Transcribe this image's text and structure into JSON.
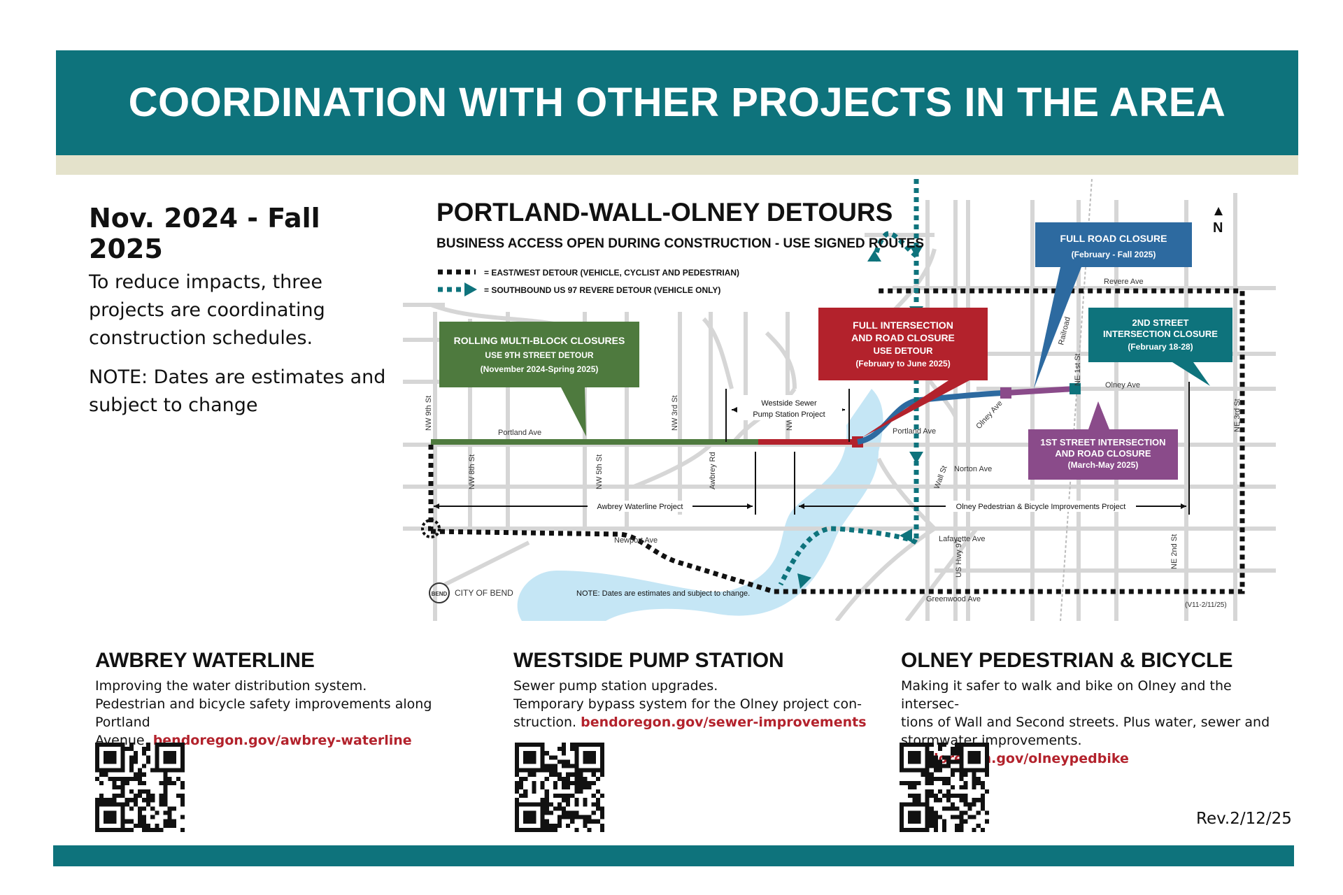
{
  "header": {
    "title": "COORDINATION WITH OTHER PROJECTS IN THE AREA"
  },
  "intro": {
    "dates": "Nov. 2024 - Fall 2025",
    "text": "To reduce impacts, three projects are coordinating construction schedules.",
    "note": "NOTE: Dates are estimates and subject to change"
  },
  "map": {
    "title": "PORTLAND-WALL-OLNEY DETOURS",
    "subtitle": "BUSINESS ACCESS OPEN DURING CONSTRUCTION - USE SIGNED ROUTES",
    "north": "N",
    "legend": {
      "eastwest": "= EAST/WEST DETOUR (VEHICLE, CYCLIST AND PEDESTRIAN)",
      "southbound": "= SOUTHBOUND US 97 REVERE DETOUR (VEHICLE ONLY)"
    },
    "colors": {
      "green": "#4e7a3e",
      "red": "#b3222c",
      "blue": "#2d6aa0",
      "teal": "#0e737c",
      "purple": "#8a4b8a",
      "water": "#c5e6f5"
    },
    "callouts": {
      "rolling": [
        "ROLLING MULTI-BLOCK CLOSURES",
        "USE 9TH STREET DETOUR",
        "(November 2024-Spring 2025)"
      ],
      "intersection": [
        "FULL INTERSECTION",
        "AND ROAD CLOSURE",
        "USE DETOUR",
        "(February to June 2025)"
      ],
      "fullroad": [
        "FULL ROAD CLOSURE",
        "(February - Fall 2025)"
      ],
      "second": [
        "2ND STREET",
        "INTERSECTION CLOSURE",
        "(February 18-28)"
      ],
      "first": [
        "1ST STREET INTERSECTION",
        "AND ROAD CLOSURE",
        "(March-May 2025)"
      ]
    },
    "streets": {
      "nw9": "NW 9th St",
      "nw8": "NW 8th St",
      "nw5": "NW 5th St",
      "nw3": "NW 3rd St",
      "awbreyrd": "Awbrey Rd",
      "nw1": "NW 1st St",
      "portland1": "Portland Ave",
      "portland2": "Portland Ave",
      "newport": "Newport Ave",
      "greenwood": "Greenwood Ave",
      "revere": "Revere Ave",
      "olneyave": "Olney Ave",
      "olneyave2": "Olney Ave",
      "norton": "Norton Ave",
      "wall": "Wall St",
      "lafayette": "Lafayette Ave",
      "us97": "US Hwy 97",
      "railroad": "Railroad",
      "ne1": "NE 1st St",
      "ne2": "NE 2nd St",
      "ne3": "NE 3rd St"
    },
    "spans": {
      "pump": [
        "Westside Sewer",
        "Pump Station Project"
      ],
      "awbrey": "Awbrey Waterline Project",
      "olney": "Olney Pedestrian & Bicycle Improvements Project"
    },
    "logo_text": "CITY OF BEND",
    "logo_mark": "BEND",
    "note": "NOTE: Dates are estimates and subject to change.",
    "version": "(V11-2/11/25)"
  },
  "projects": [
    {
      "title": "AWBREY WATERLINE",
      "line1": "Improving the water distribution system.",
      "line2": "Pedestrian and bicycle safety improvements along Portland",
      "line3": "Avenue.",
      "link": "bendoregon.gov/awbrey-waterline"
    },
    {
      "title": "WESTSIDE PUMP STATION",
      "line1": "Sewer pump station upgrades.",
      "line2": "Temporary bypass system for the Olney project con-",
      "line3": "struction.",
      "link": "bendoregon.gov/sewer-improvements"
    },
    {
      "title": "OLNEY PEDESTRIAN & BICYCLE",
      "line1": "Making it safer to walk and bike on Olney and the intersec-",
      "line2": "tions of Wall and Second streets. Plus water, sewer and",
      "line3": "stormwater improvements.",
      "link": "bendoregon.gov/olneypedbike"
    }
  ],
  "revision": "Rev.2/12/25"
}
